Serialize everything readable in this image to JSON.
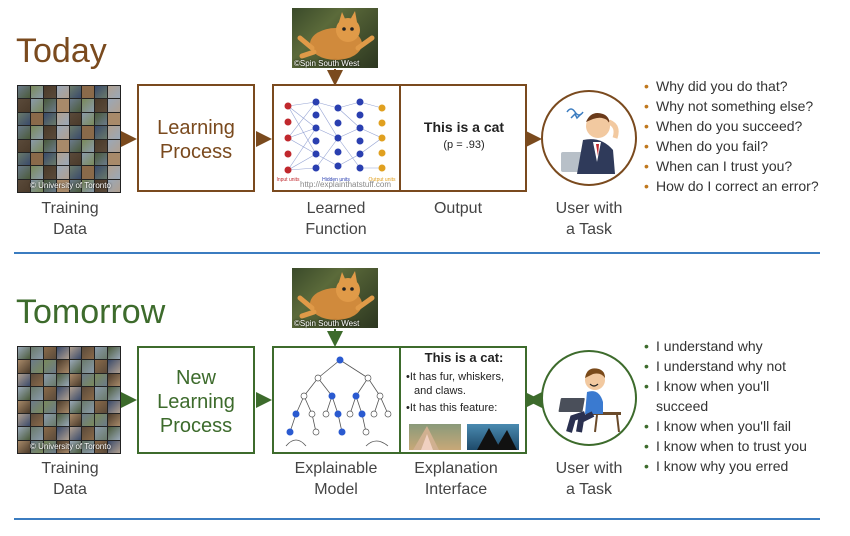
{
  "today": {
    "title": "Today",
    "training_caption": [
      "Training",
      "Data"
    ],
    "training_credit": "© University of Toronto",
    "cat_credit": "©Spin South West",
    "learning_box": [
      "Learning",
      "Process"
    ],
    "learned_caption": [
      "Learned",
      "Function"
    ],
    "nn_labels": {
      "input": "Input units",
      "hidden": "Hidden units",
      "output": "Output units"
    },
    "nn_credit": "http://explainthatstuff.com",
    "output_caption": "Output",
    "output_title": "This is a cat",
    "output_prob": "(p = .93)",
    "user_caption": [
      "User with",
      "a Task"
    ],
    "questions": [
      "Why did you do that?",
      "Why not something else?",
      "When do you succeed?",
      "When do you fail?",
      "When can I trust you?",
      "How do I correct an error?"
    ]
  },
  "tomorrow": {
    "title": "Tomorrow",
    "training_caption": [
      "Training",
      "Data"
    ],
    "training_credit": "© University of Toronto",
    "cat_credit": "©Spin South West",
    "learning_box": [
      "New",
      "Learning",
      "Process"
    ],
    "model_caption": [
      "Explainable",
      "Model"
    ],
    "interface_caption": [
      "Explanation",
      "Interface"
    ],
    "explanation_title": "This is a cat:",
    "explanation_points": [
      "•It has fur, whiskers,",
      "and claws.",
      "•It has this feature:"
    ],
    "user_caption": [
      "User with",
      "a Task"
    ],
    "statements": [
      "I understand why",
      "I understand why not",
      "I know when you'll",
      "succeed",
      "I know when you'll fail",
      "I know when to trust you",
      "I know why you erred"
    ]
  },
  "colors": {
    "today": "#7a4a1e",
    "tomorrow": "#3d6b2c",
    "rule": "#3b7cc0"
  }
}
